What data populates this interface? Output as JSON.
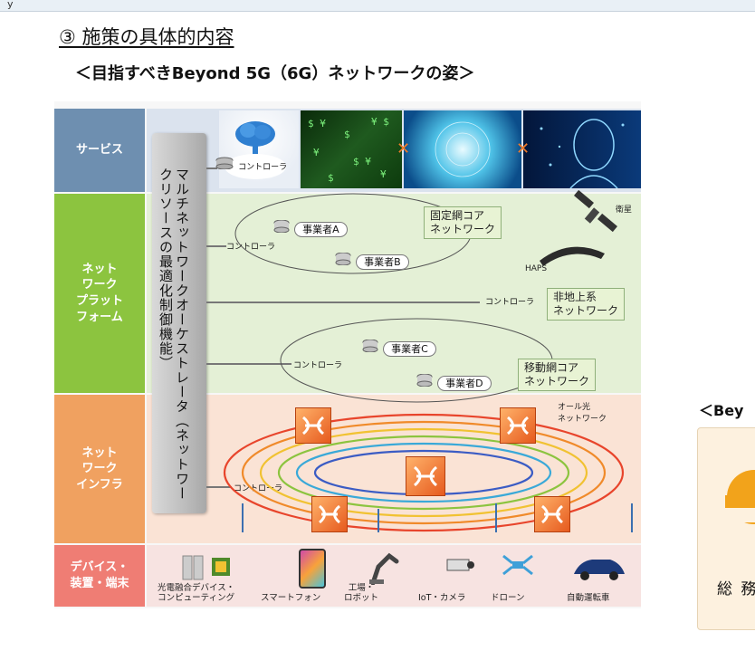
{
  "header": {
    "top_char": "y",
    "section_title": "③ 施策の具体的内容",
    "subtitle": "＜目指すべきBeyond 5G（6G）ネットワークの姿＞"
  },
  "layers": {
    "service": "サービス",
    "platform": "ネット\nワーク\nプラット\nフォーム",
    "infra": "ネット\nワーク\nインフラ",
    "device": "デバイス・\n装置・端末"
  },
  "orchestrator": {
    "text": "マルチネットワークオーケストレータ（ネットワークリソースの最適化制御機能）"
  },
  "controller_label": "コントローラ",
  "operators": {
    "a": "事業者A",
    "b": "事業者B",
    "c": "事業者C",
    "d": "事業者D"
  },
  "networks": {
    "fixed_core": "固定網コア\nネットワーク",
    "non_terrestrial": "非地上系\nネットワーク",
    "mobile_core": "移動網コア\nネットワーク",
    "all_optical": "オール光\nネットワーク"
  },
  "space": {
    "satellite": "衛星",
    "haps": "HAPS"
  },
  "devices": {
    "optical": "光電融合デバイス・\nコンピューティング",
    "smartphone": "スマートフォン",
    "robot": "工場・\nロボット",
    "iot_camera": "IoT・カメラ",
    "drone": "ドローン",
    "car": "自動運転車"
  },
  "right_panel": {
    "heading": "＜Bey",
    "ministry": "総 務"
  },
  "colors": {
    "service_label": "#6e8fb0",
    "service_band": "#dbe3ee",
    "platform_label": "#8cc43f",
    "platform_band": "#e4f0d6",
    "infra_label": "#f0a160",
    "infra_band": "#fae3d5",
    "device_label": "#ef7d74",
    "device_band": "#f7e3e1"
  }
}
